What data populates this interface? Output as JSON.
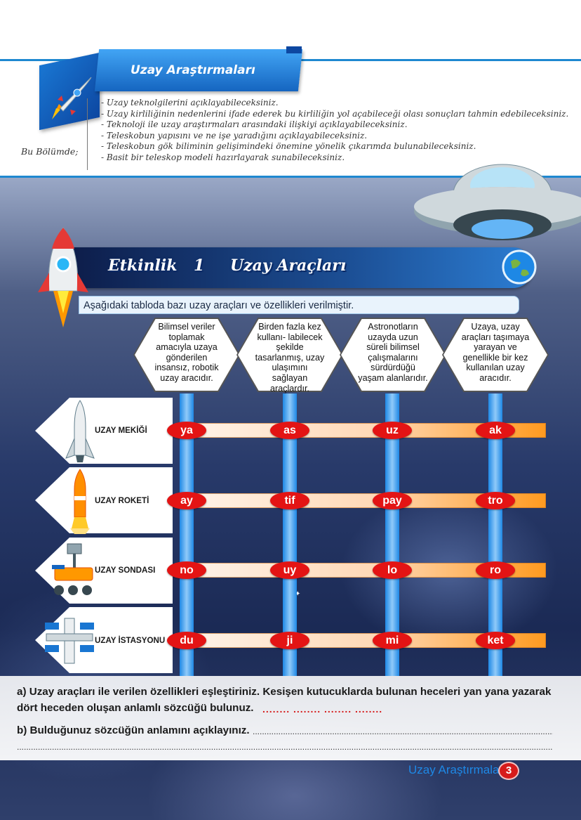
{
  "header": {
    "title": "Uzay Araştırmaları",
    "section_label": "Bu Bölümde;",
    "objectives": [
      "- Uzay teknolgilerini açıklayabileceksiniz.",
      "- Uzay kirliliğinin nedenlerini ifade ederek bu kirliliğin yol açabileceği olası sonuçları tahmin edebileceksiniz.",
      "- Teknoloji ile uzay araştırmaları arasındaki ilişkiyi açıklayabileceksiniz.",
      "- Teleskobun yapısını ve ne işe yaradığını açıklayabileceksiniz.",
      "- Teleskobun gök biliminin gelişimindeki önemine yönelik çıkarımda bulunabileceksiniz.",
      "- Basit bir teleskop modeli hazırlayarak sunabileceksiniz."
    ]
  },
  "activity": {
    "label": "Etkinlik",
    "number": "1",
    "title": "Uzay Araçları",
    "instruction": "Aşağıdaki tabloda bazı uzay araçları ve özellikleri verilmiştir."
  },
  "columns": [
    {
      "text": "Bilimsel veriler toplamak amacıyla uzaya gönderilen insansız, robotik uzay aracıdır."
    },
    {
      "text": "Birden fazla kez kullanı- labilecek şekilde tasarlanmış, uzay ulaşımını sağlayan araçlardır."
    },
    {
      "text": "Astronotların uzayda uzun süreli bilimsel çalışmalarını sürdürdüğü yaşam alanlarıdır."
    },
    {
      "text": "Uzaya, uzay araçları taşımaya yarayan ve genellikle bir kez kullanılan uzay aracıdır."
    }
  ],
  "rows": [
    {
      "label": "UZAY MEKİĞİ",
      "syllables": [
        "ya",
        "as",
        "uz",
        "ak"
      ]
    },
    {
      "label": "UZAY ROKETİ",
      "syllables": [
        "ay",
        "tif",
        "pay",
        "tro"
      ]
    },
    {
      "label": "UZAY SONDASI",
      "syllables": [
        "no",
        "uy",
        "lo",
        "ro"
      ]
    },
    {
      "label": "UZAY İSTASYONU",
      "syllables": [
        "du",
        "ji",
        "mi",
        "ket"
      ]
    }
  ],
  "questions": {
    "a_line1": "a)   Uzay araçları ile verilen özellikleri eşleştiriniz. Kesişen kutucuklarda bulunan heceleri yan yana yazarak",
    "a_line2": "dört heceden oluşan anlamlı sözcüğü bulunuz.",
    "a_blanks": "........   ........   ........   ........",
    "b": "b)   Bulduğunuz sözcüğün anlamını açıklayınız."
  },
  "footer": {
    "text": "Uzay Araştırmaları",
    "page": "3"
  }
}
